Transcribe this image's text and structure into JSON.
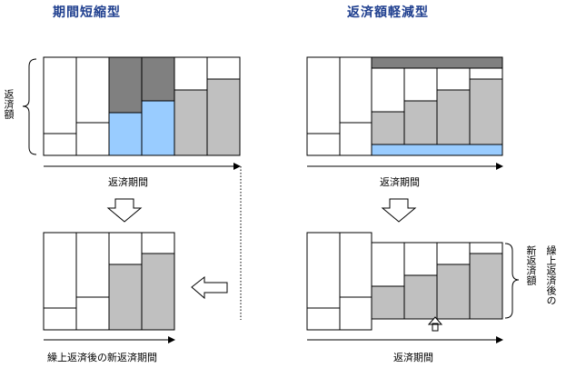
{
  "left": {
    "title": "期間短縮型",
    "y_label": "返済額",
    "x_label_top": "返済期間",
    "x_label_bottom": "繰上返済後の新返済期間"
  },
  "right": {
    "title": "返済額軽減型",
    "x_label_top": "返済期間",
    "x_label_bottom": "返済期間",
    "new_payment_label": "新返済額",
    "prepayment_label": "繰上返済後の"
  },
  "colors": {
    "title": "#1f3f8f",
    "gray": "#c0c0c0",
    "dark_gray": "#808080",
    "blue": "#99ccff"
  }
}
